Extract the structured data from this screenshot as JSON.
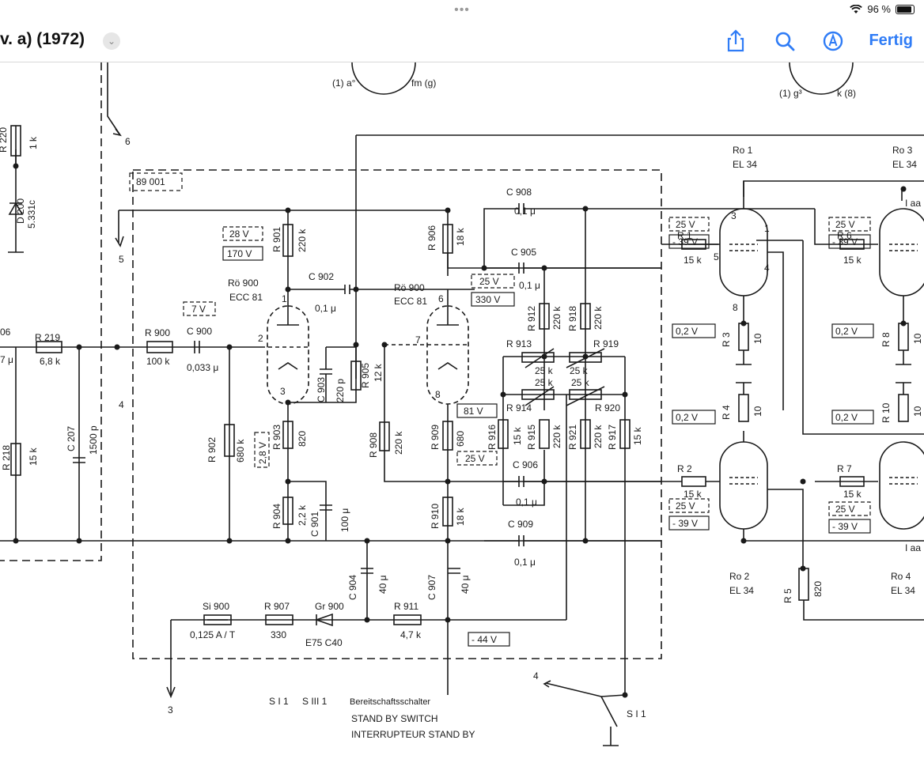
{
  "status": {
    "dots": "•••",
    "battery": "96 %"
  },
  "nav": {
    "title": "v. a) (1972)",
    "done": "Fertig"
  },
  "pin_labels_top": {
    "l1": "(1) a°",
    "l2": "fm (g)",
    "l3": "(1) g³",
    "l4": "k (8)"
  },
  "module_id": "89 001",
  "tubes": {
    "ro900a": {
      "name": "Rö 900",
      "type": "ECC 81",
      "p1": "1",
      "p2": "2",
      "p3": "3"
    },
    "ro900b": {
      "name": "Rö 900",
      "type": "ECC 81",
      "p6": "6",
      "p7": "7",
      "p8": "8"
    },
    "ro1": {
      "name": "Ro 1",
      "type": "EL 34"
    },
    "ro2": {
      "name": "Ro 2",
      "type": "EL 34"
    },
    "ro3": {
      "name": "Ro 3",
      "type": "EL 34"
    },
    "ro4": {
      "name": "Ro 4",
      "type": "EL 34"
    }
  },
  "components": {
    "r220": "R 220",
    "r220v": "1 k",
    "d200": "D 200",
    "d200v": "5.331c",
    "r06": "06",
    "r06v": "7 μ",
    "r219": "R 219",
    "r219v": "6,8 k",
    "r218": "R 218",
    "r218v": "15 k",
    "c207": "C 207",
    "c207v": "1500 p",
    "r900": "R 900",
    "r900v": "100 k",
    "c900": "C 900",
    "c900v": "0,033 μ",
    "r902": "R 902",
    "r902v": "680 k",
    "r901": "R 901",
    "r901v": "220 k",
    "c902": "C 902",
    "c902v": "0,1 μ",
    "c903": "C 903",
    "c903v": "220 p",
    "r905": "R 905",
    "r905v": "12 k",
    "r903": "R 903",
    "r903v": "820",
    "r904": "R 904",
    "r904v": "2,2 k",
    "c901": "C 901",
    "c901v": "100 μ",
    "r906": "R 906",
    "r906v": "18 k",
    "r908": "R 908",
    "r908v": "220 k",
    "r909": "R 909",
    "r909v": "680",
    "r910": "R 910",
    "r910v": "18 k",
    "c908": "C 908",
    "c908v": "0,1 μ",
    "c905": "C 905",
    "c905v": "0,1 μ",
    "r912": "R 912",
    "r912v": "220 k",
    "r918": "R 918",
    "r918v": "220 k",
    "r913": "R 913",
    "r913v": "25 k",
    "r919": "R 919",
    "r919v": "25 k",
    "r914": "R 914",
    "r914v": "25 k",
    "r920": "R 920",
    "r920v": "25 k",
    "r916": "R 916",
    "r916v": "15 k",
    "r915": "R 915",
    "r915v": "220 k",
    "r921": "R 921",
    "r921v": "220 k",
    "r917": "R 917",
    "r917v": "15 k",
    "c906": "C 906",
    "c906v": "0,1 μ",
    "c909": "C 909",
    "c909v": "0,1 μ",
    "c904": "C 904",
    "c904v": "40 μ",
    "c907": "C 907",
    "c907v": "40 μ",
    "r911": "R 911",
    "r911v": "4,7 k",
    "si900": "Si 900",
    "si900v": "0,125 A / T",
    "r907": "R 907",
    "r907v": "330",
    "gr900": "Gr 900",
    "gr900v": "E75 C40",
    "r1": "R 1",
    "r1v": "15 k",
    "r2": "R 2",
    "r2v": "15 k",
    "r3": "R 3",
    "r3v": "10",
    "r4": "R 4",
    "r4v": "10",
    "r5": "R 5",
    "r5v": "820",
    "r6": "R 6",
    "r6v": "15 k",
    "r7": "R 7",
    "r7v": "15 k",
    "r8": "R 8",
    "r8v": "10",
    "r10": "R 10",
    "r10v": "10"
  },
  "voltages": {
    "v28": "28 V",
    "v170": "170 V",
    "v7": "7 V",
    "v28b": "2,8 V",
    "v25a": "25 V",
    "v330": "330 V",
    "v81": "81 V",
    "v25b": "25 V",
    "v_44": "- 44 V",
    "ro1_25": "25 V",
    "ro1_39": "- 39 V",
    "ro3_25": "25 V",
    "ro3_39": "- 39 V",
    "ro2_25": "25 V",
    "ro2_39": "- 39 V",
    "ro4_25": "25 V",
    "ro4_39": "- 39 V",
    "r3_02": "0,2 V",
    "r4_02": "0,2 V",
    "r8_02": "0,2 V",
    "r10_02": "0,2 V"
  },
  "nodes": {
    "n6": "6",
    "n5": "5",
    "n4": "4",
    "n3": "3",
    "n4b": "4",
    "iaa": "I aa",
    "iaa2": "I aa",
    "pin5": "5",
    "pin4": "4",
    "pin1": "1",
    "pin3": "3",
    "pin8": "8"
  },
  "switch_legend": {
    "s1": "S I 1",
    "s3": "S III 1",
    "s_right": "S I 1",
    "de": "Bereitschaftsschalter",
    "en": "STAND BY SWITCH",
    "fr": "INTERRUPTEUR STAND BY"
  }
}
